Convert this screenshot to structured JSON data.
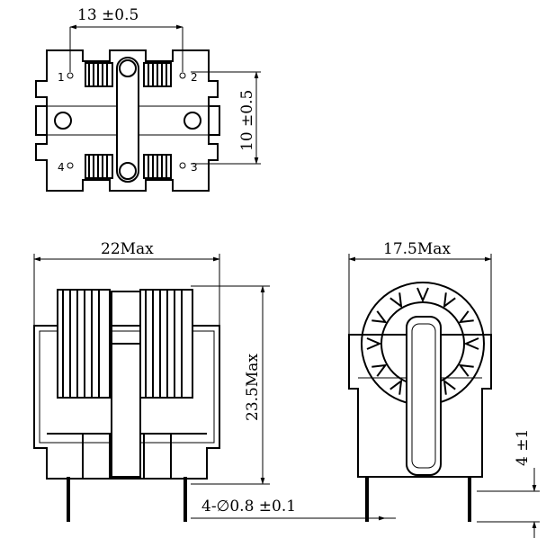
{
  "top_view": {
    "width_dim": "13  ±0.5",
    "height_dim": "10  ±0.5",
    "pins": [
      "1",
      "2",
      "3",
      "4"
    ]
  },
  "front_view": {
    "width_dim": "22Max",
    "height_dim": "23.5Max",
    "pin_dim": "4-∅0.8  ±0.1"
  },
  "side_view": {
    "width_dim": "17.5Max",
    "pin_len_dim": "4  ±1"
  }
}
